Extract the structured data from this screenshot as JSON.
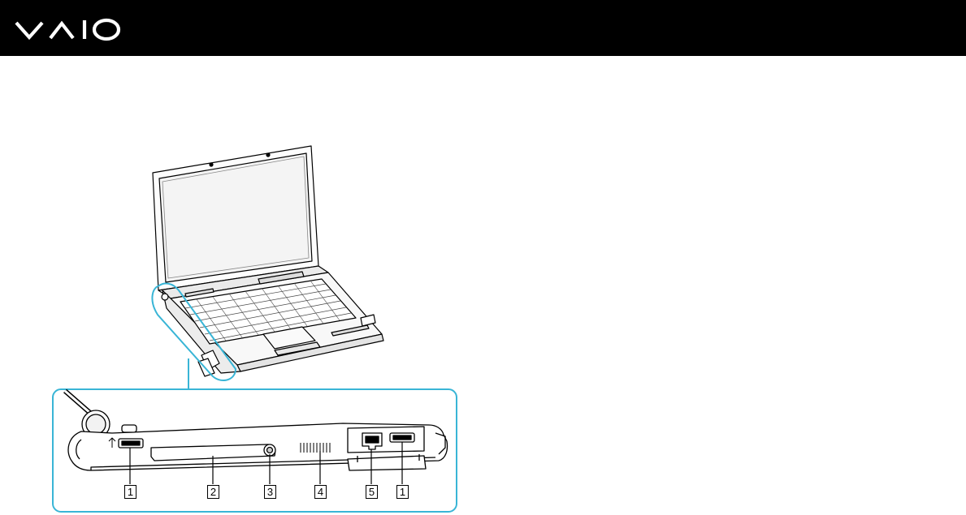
{
  "header": {
    "logo_icon": "vaio-logo-icon",
    "background_color": "#000000",
    "logo_color": "#ffffff"
  },
  "figure": {
    "illustration_icon": "laptop-left-side-illustration-icon",
    "accent_color": "#39b5d6",
    "callouts": [
      {
        "label": "1"
      },
      {
        "label": "2"
      },
      {
        "label": "3"
      },
      {
        "label": "4"
      },
      {
        "label": "5"
      },
      {
        "label": "1"
      }
    ]
  }
}
